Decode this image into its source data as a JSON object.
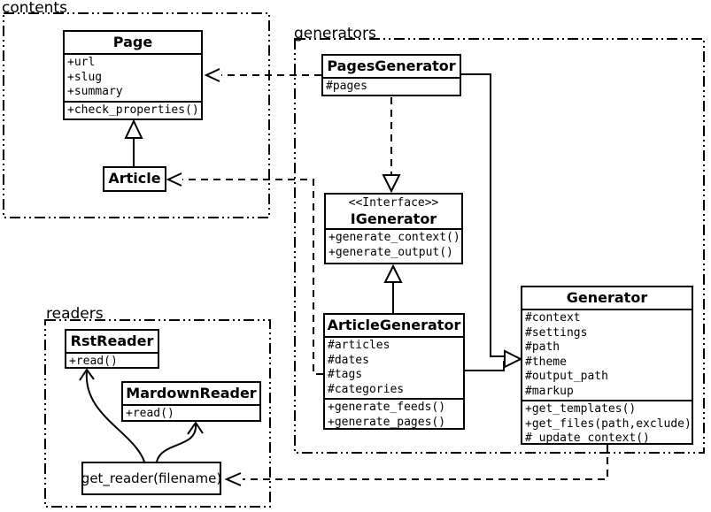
{
  "diagram_title": "Pelican content/generators/readers UML class diagram",
  "colors": {
    "line": "#000000",
    "background": "#ffffff",
    "box_fill": "#ffffff"
  },
  "packages": {
    "contents": {
      "label": "contents"
    },
    "generators": {
      "label": "generators"
    },
    "readers": {
      "label": "readers"
    }
  },
  "classes": {
    "page": {
      "name": "Page",
      "attributes": [
        "+url",
        "+slug",
        "+summary"
      ],
      "methods": [
        "+check_properties()"
      ]
    },
    "article": {
      "name": "Article"
    },
    "pages_generator": {
      "name": "PagesGenerator",
      "attributes": [
        "#pages"
      ]
    },
    "igenerator": {
      "stereotype": "<<Interface>>",
      "name": "IGenerator",
      "methods": [
        "+generate_context()",
        "+generate_output()"
      ]
    },
    "article_generator": {
      "name": "ArticleGenerator",
      "attributes": [
        "#articles",
        "#dates",
        "#tags",
        "#categories"
      ],
      "methods": [
        "+generate_feeds()",
        "+generate_pages()"
      ]
    },
    "generator": {
      "name": "Generator",
      "attributes": [
        "#context",
        "#settings",
        "#path",
        "#theme",
        "#output_path",
        "#markup"
      ],
      "methods": [
        "+get_templates()",
        "+get_files(path,exclude)",
        "#_update_context()"
      ]
    },
    "rst_reader": {
      "name": "RstReader",
      "methods": [
        "+read()"
      ]
    },
    "markdown_reader": {
      "name": "MardownReader",
      "methods": [
        "+read()"
      ]
    },
    "get_reader": {
      "name": "get_reader(filename)"
    }
  }
}
